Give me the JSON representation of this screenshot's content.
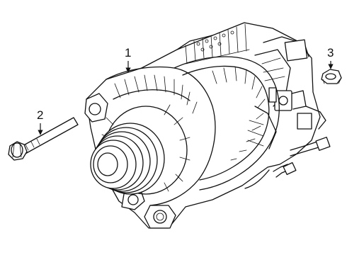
{
  "callouts": [
    {
      "label": "1",
      "part": "alternator"
    },
    {
      "label": "2",
      "part": "bolt"
    },
    {
      "label": "3",
      "part": "nut"
    }
  ]
}
